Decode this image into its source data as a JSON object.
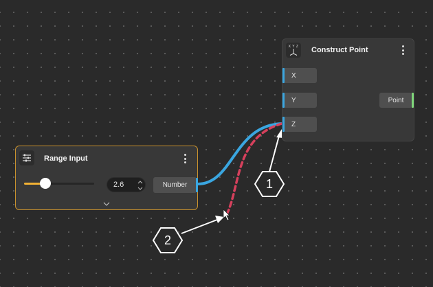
{
  "range_input": {
    "title": "Range Input",
    "value": "2.6",
    "slider_fraction": 0.3,
    "output_label": "Number"
  },
  "construct_point": {
    "icon_text": "X Y Z",
    "title": "Construct Point",
    "inputs": [
      {
        "label": "X"
      },
      {
        "label": "Y"
      },
      {
        "label": "Z"
      }
    ],
    "output_label": "Point"
  },
  "callouts": {
    "one": "1",
    "two": "2"
  },
  "colors": {
    "connection": "#3aa6e0",
    "dragging_connection": "#d6405c",
    "selected_border": "#c9922e",
    "slider_fill": "#f2b134",
    "output_port": "#7fd67a"
  }
}
